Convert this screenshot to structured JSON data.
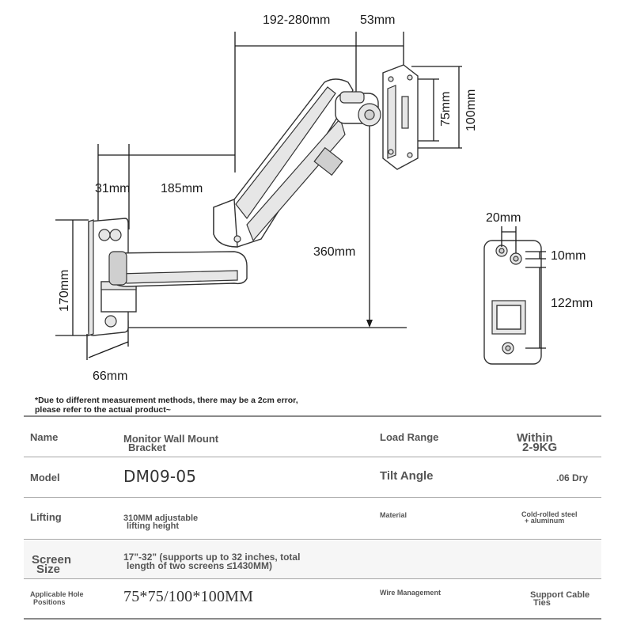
{
  "dimensions": {
    "arm_extension": "192-280mm",
    "head_offset": "53mm",
    "vesa_small": "75mm",
    "vesa_large": "100mm",
    "plate_hole_offset": "31mm",
    "arm_reach": "185mm",
    "height_travel": "360mm",
    "plate_height": "170mm",
    "plate_depth": "66mm",
    "hole_spacing_h": "20mm",
    "hole_spacing_v": "10mm",
    "hole_span": "122mm"
  },
  "note": "*Due to different measurement methods, there may be a 2cm error, please refer to the actual product~",
  "specs": {
    "name_label": "Name",
    "name_value_1": "Monitor Wall Mount",
    "name_value_2": "Bracket",
    "load_label": "Load Range",
    "load_value_1": "Within",
    "load_value_2": "2-9KG",
    "model_label": "Model",
    "model_value": "DM09-05",
    "tilt_label": "Tilt Angle",
    "tilt_value": ".06 Dry",
    "lifting_label": "Lifting",
    "lifting_value_1": "310MM adjustable",
    "lifting_value_2": "lifting height",
    "material_label": "Material",
    "material_value_1": "Cold-rolled steel",
    "material_value_2": "+ aluminum",
    "screen_label_1": "Screen",
    "screen_label_2": "Size",
    "screen_value_1": "17\"-32\" (supports up to 32 inches, total",
    "screen_value_2": "length of two screens ≤1430MM)",
    "hole_label_1": "Applicable Hole",
    "hole_label_2": "Positions",
    "hole_value": "75*75/100*100MM",
    "wire_label": "Wire Management",
    "wire_value_1": "Support Cable",
    "wire_value_2": "Ties"
  }
}
